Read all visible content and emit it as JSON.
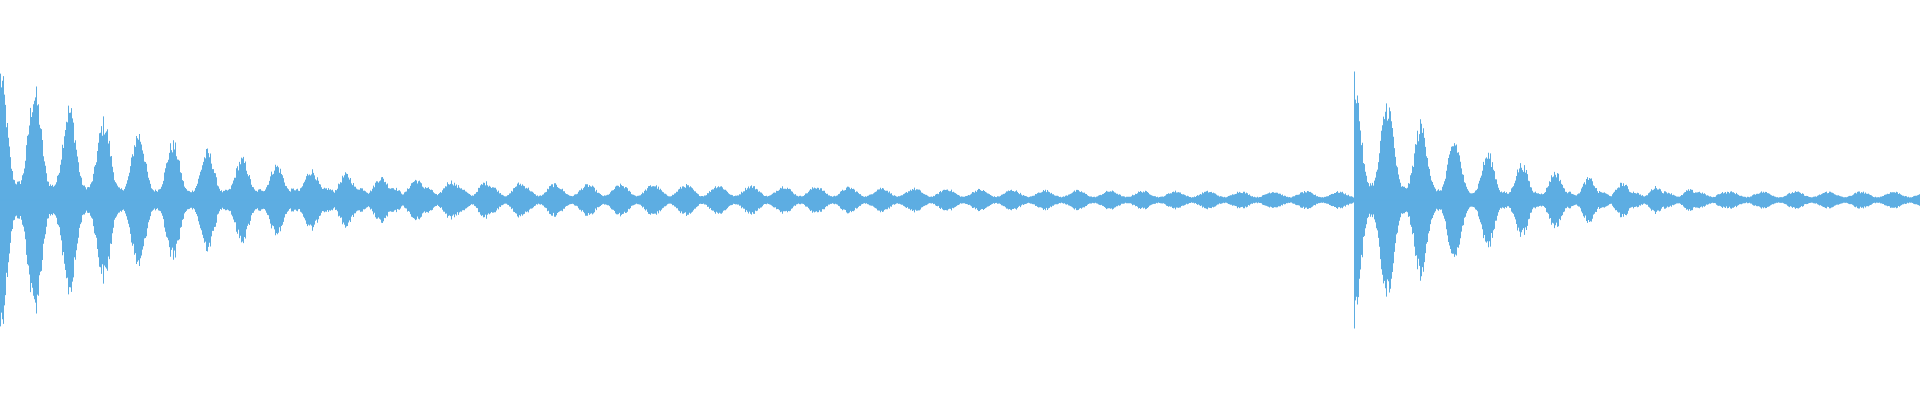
{
  "waveform": {
    "color": "#5dade2",
    "background": "#ffffff",
    "events": [
      {
        "start": 0.0,
        "peak": 0.92,
        "decay": 0.11,
        "tone_spacing": 0.018
      },
      {
        "start": 0.705,
        "peak": 0.9,
        "decay": 0.07,
        "tone_spacing": 0.0175
      }
    ],
    "floor_level": 0.06,
    "floor_spacing": 0.017
  }
}
